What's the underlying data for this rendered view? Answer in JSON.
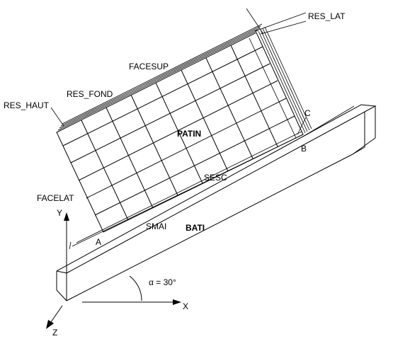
{
  "labels": {
    "res_lat": "RES_LAT",
    "facesup": "FACESUP",
    "res_fond": "RES_FOND",
    "res_haut": "RES_HAUT",
    "patin": "PATIN",
    "c": "C",
    "b": "B",
    "sesc": "SESC",
    "facelat": "FACELAT",
    "y": "Y",
    "smai": "SMAI",
    "bati": "BATI",
    "a": "A",
    "alpha": "α = 30°",
    "x": "X",
    "z": "Z"
  }
}
